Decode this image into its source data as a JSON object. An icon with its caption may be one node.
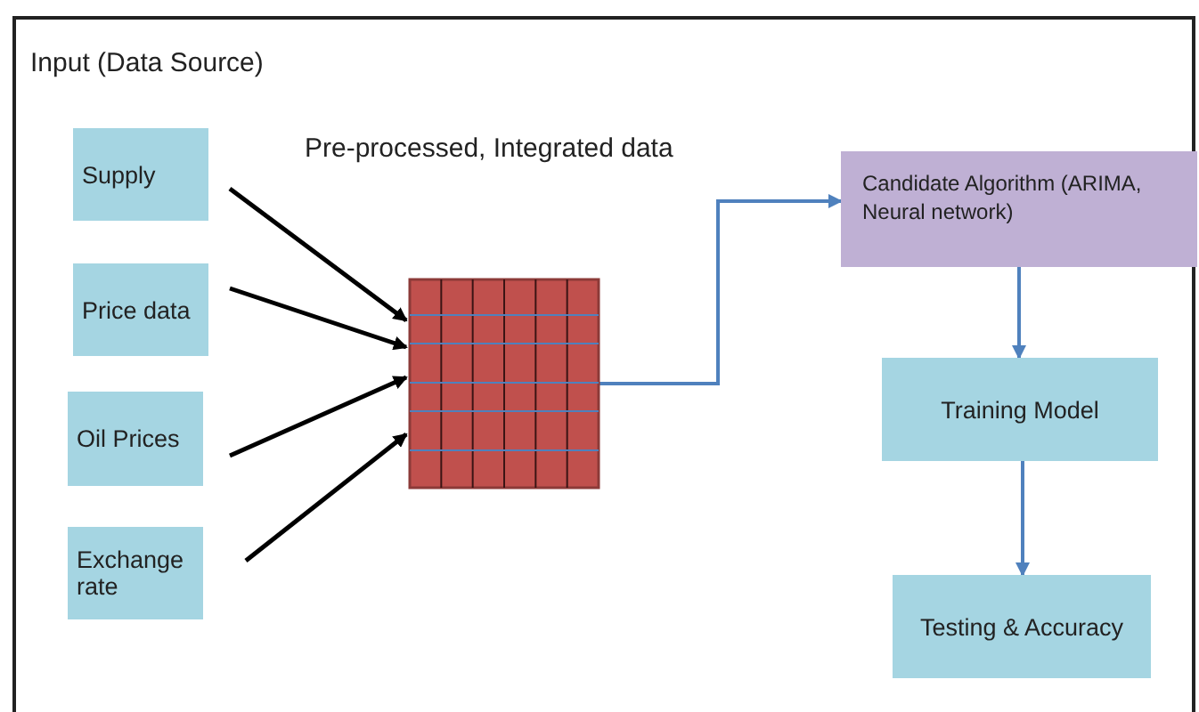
{
  "diagram": {
    "nodes": [
      {
        "text": [
          "Input (Data Source)"
        ]
      },
      {
        "text": [
          "Supply"
        ],
        "in": 0
      },
      {
        "text": [
          "Price data"
        ],
        "in": 0
      },
      {
        "text": [
          "Oil Prices"
        ],
        "in": 0
      },
      {
        "text": [
          "Exchange rate"
        ],
        "in": 0
      },
      {
        "text": [],
        "shape": "grid",
        "in": 0
      },
      {
        "text": [
          "Candidate Algorithm (ARIMA, Neural network)"
        ],
        "in": 0
      },
      {
        "text": [
          "Training Model"
        ],
        "in": 0
      },
      {
        "text": [
          "Testing & Accuracy"
        ],
        "in": 0
      }
    ],
    "edges": [
      {
        "from": 1,
        "to": 5,
        "arrow": "to"
      },
      {
        "from": 2,
        "to": 5,
        "arrow": "to"
      },
      {
        "from": 3,
        "to": 5,
        "arrow": "to"
      },
      {
        "from": 4,
        "to": 5,
        "arrow": "to"
      },
      {
        "from": 5,
        "to": 6,
        "arrow": "to",
        "color": "#4f81bd"
      },
      {
        "from": 6,
        "to": 7,
        "arrow": "to",
        "color": "#4f81bd"
      },
      {
        "from": 7,
        "to": 8,
        "arrow": "to",
        "color": "#4f81bd"
      }
    ],
    "labels": [
      "Pre-processed, Integrated data"
    ]
  }
}
